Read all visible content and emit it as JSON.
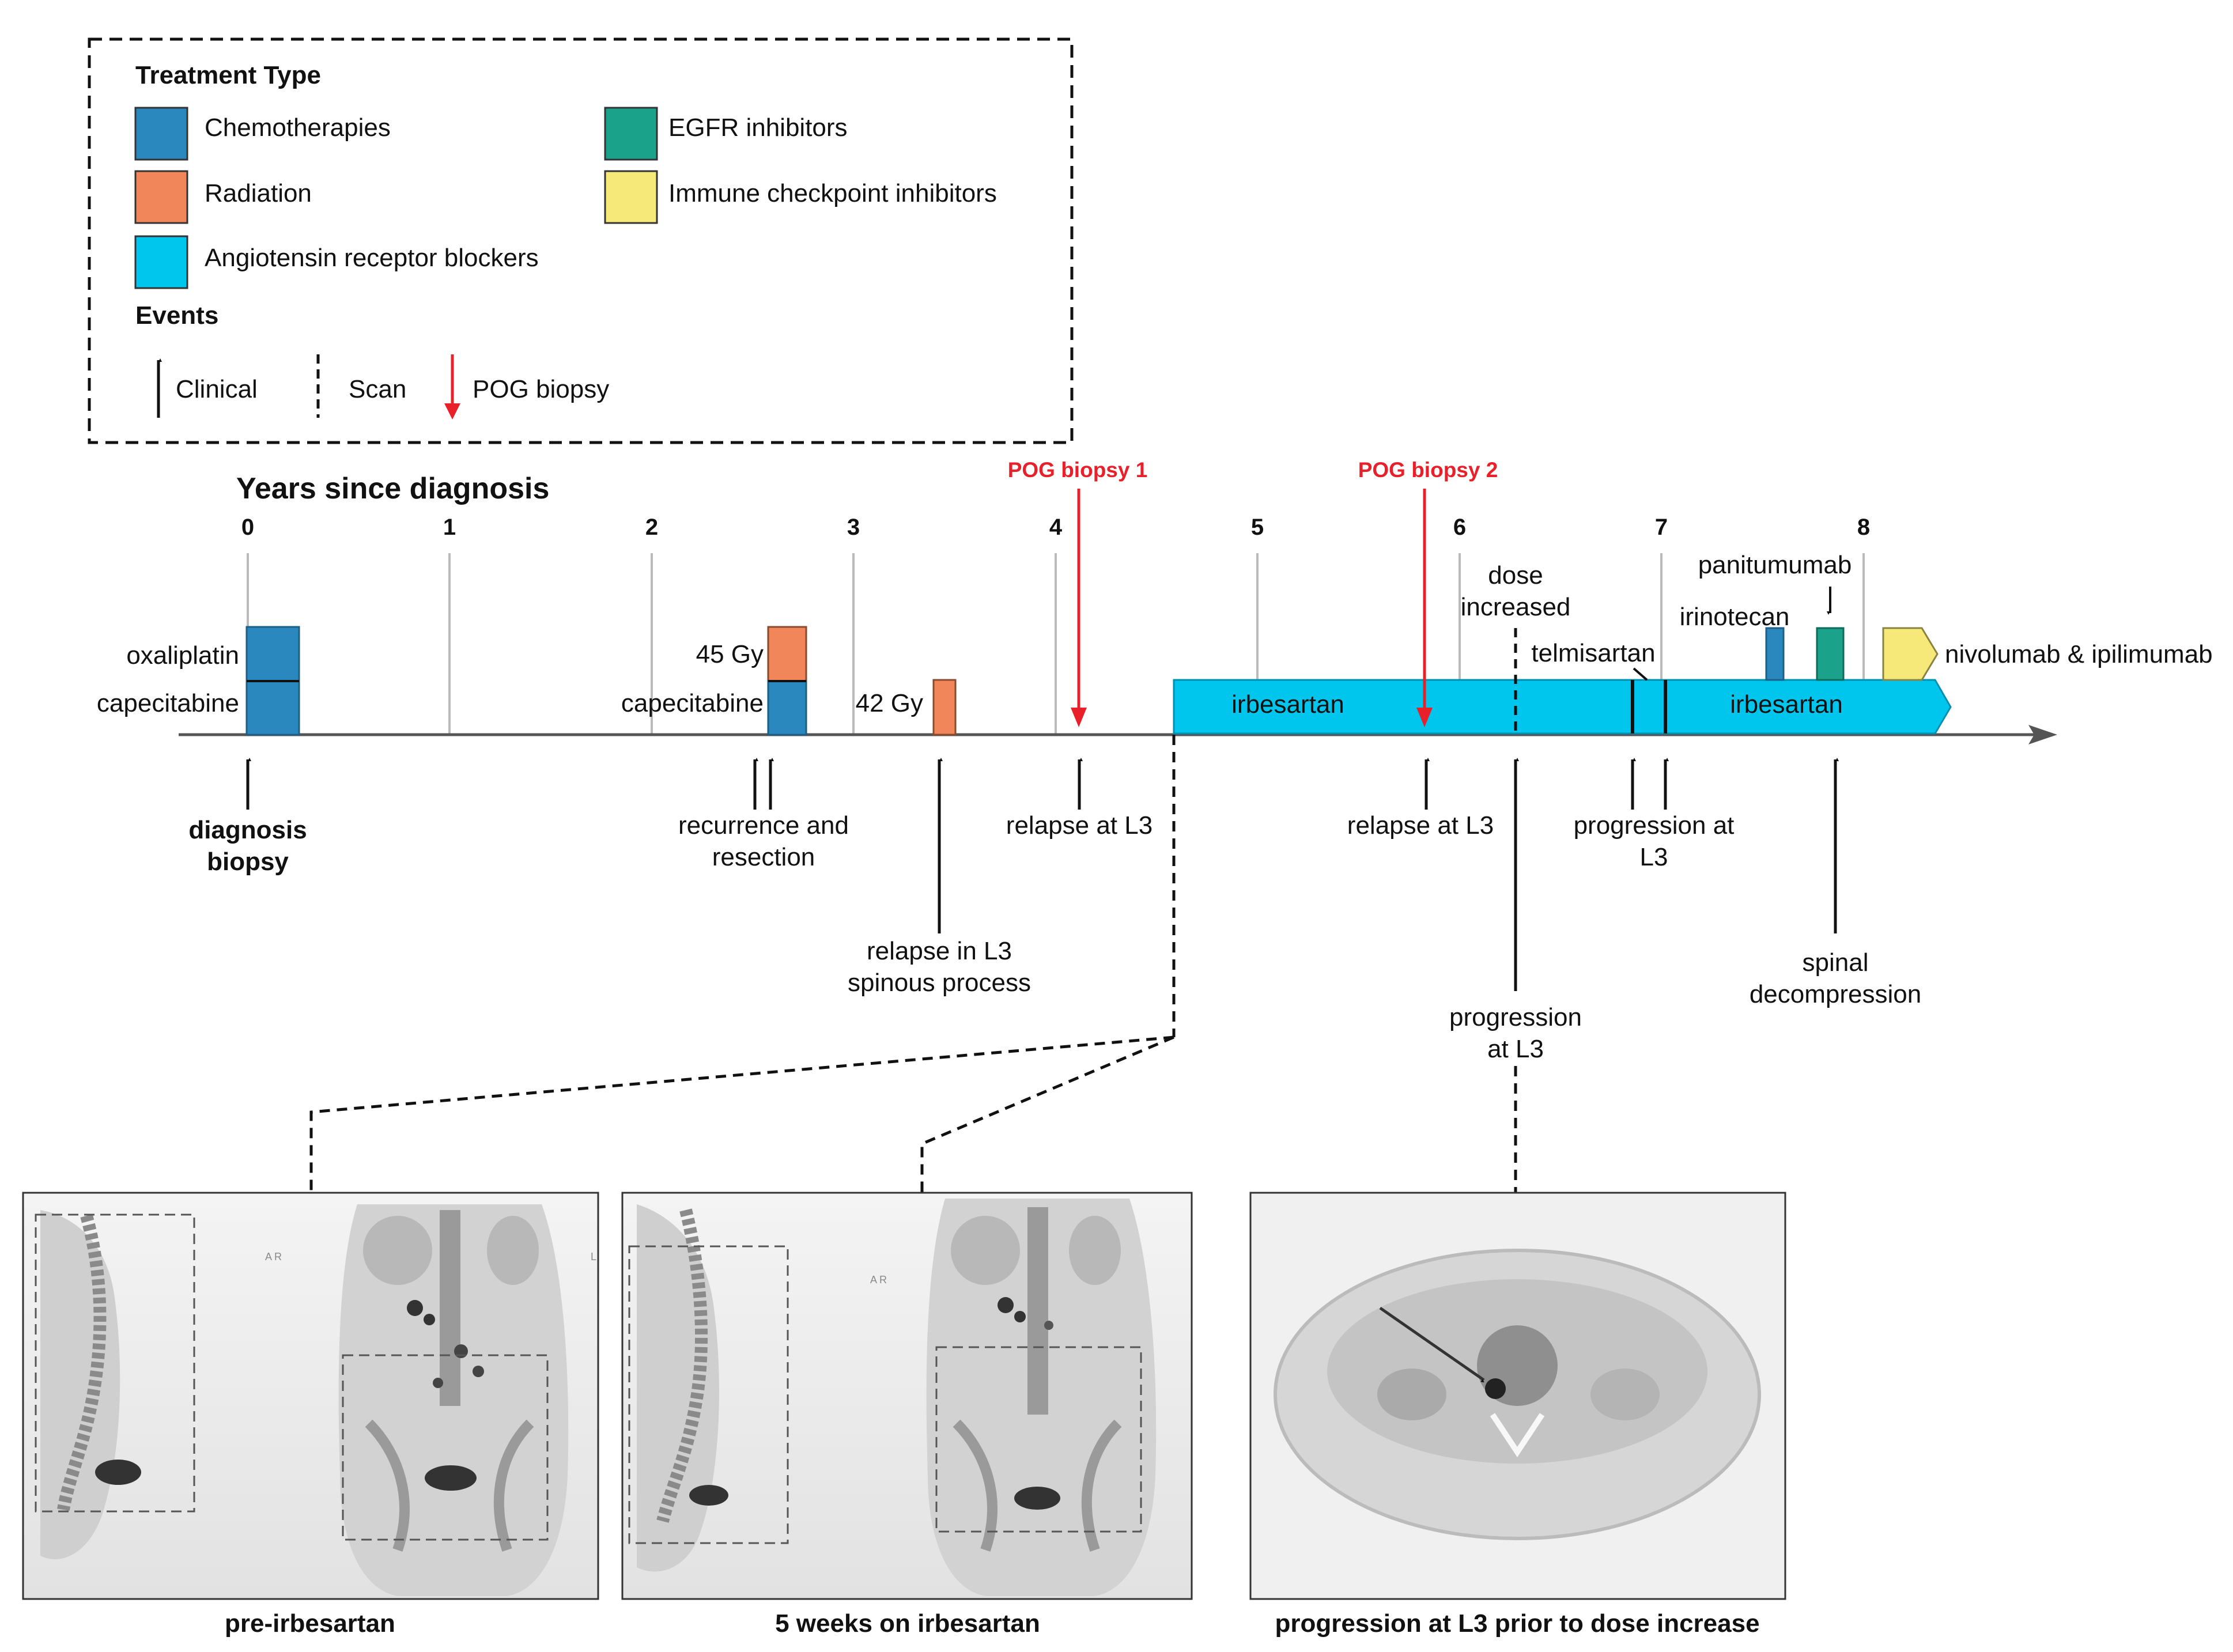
{
  "colors": {
    "chemo": "#2b88bf",
    "radiation": "#f0865a",
    "arb": "#00c6ee",
    "egfr": "#1aa38a",
    "ici": "#f6e97a",
    "pog": "#e8202a",
    "ink": "#111111"
  },
  "legend": {
    "treatment_title": "Treatment Type",
    "chemo": "Chemotherapies",
    "radiation": "Radiation",
    "arb": "Angiotensin receptor blockers",
    "egfr": "EGFR inhibitors",
    "ici": "Immune checkpoint inhibitors",
    "events_title": "Events",
    "clinical": "Clinical",
    "scan": "Scan",
    "pog": "POG biopsy"
  },
  "axis": {
    "title": "Years since diagnosis",
    "ticks": [
      "0",
      "1",
      "2",
      "3",
      "4",
      "5",
      "6",
      "7",
      "8"
    ]
  },
  "pog": {
    "biopsy1": "POG biopsy 1",
    "biopsy2": "POG biopsy 2"
  },
  "treatments": {
    "oxaliplatin": "oxaliplatin",
    "capecitabine1": "capecitabine",
    "gy45": "45 Gy",
    "capecitabine2": "capecitabine",
    "gy42": "42 Gy",
    "irbesartan1": "irbesartan",
    "irbesartan2": "irbesartan",
    "telmisartan": "telmisartan",
    "irinotecan": "irinotecan",
    "panitumumab": "panitumumab",
    "nivo": "nivolumab & ipilimumab",
    "dose1": "dose",
    "dose2": "increased"
  },
  "events": {
    "diag1": "diagnosis",
    "diag2": "biopsy",
    "recur1": "recurrence and",
    "recur2": "resection",
    "relapse_in1": "relapse in L3",
    "relapse_in2": "spinous process",
    "relapse_at1": "relapse at L3",
    "relapse_at2": "relapse at L3",
    "prog_at1": "progression at",
    "prog_at2": "L3",
    "prog_scan1": "progression",
    "prog_scan2": "at L3",
    "spinal1": "spinal",
    "spinal2": "decompression"
  },
  "panels": {
    "pre": "pre-irbesartan",
    "weeks5": "5 weeks on irbesartan",
    "prog": "progression at L3 prior to dose increase",
    "marker_ar": "A  R",
    "marker_l": "L"
  }
}
